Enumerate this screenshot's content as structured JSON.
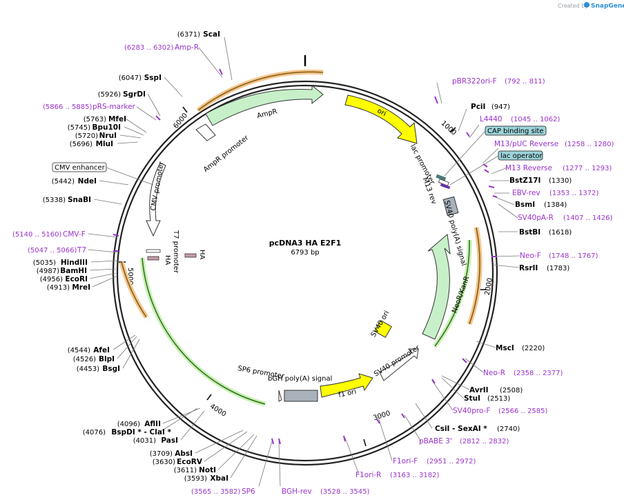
{
  "credit": {
    "created_by": "Created by",
    "brand": "SnapGene"
  },
  "plasmid": {
    "name": "pcDNA3 HA E2F1",
    "size": "6793 bp"
  },
  "ticks": [
    "1000",
    "2000",
    "3000",
    "4000",
    "5000",
    "6000"
  ],
  "features": {
    "ampr": "AmpR",
    "ampr_promoter": "AmpR promoter",
    "ori": "ori",
    "lac_promoter": "lac promoter",
    "m13_rev": "M13 rev",
    "sv40_polya": "SV40 poly(A) signal",
    "neor": "NeoR/KanR",
    "sv40_ori": "SV40 ori",
    "sv40_promoter": "SV40 promoter",
    "f1_ori": "f1 ori",
    "bgh_polya": "bGH poly(A) signal",
    "sp6_promoter": "SP6 promoter",
    "cmv_promoter": "CMV promoter",
    "t7_promoter": "T7 promoter",
    "ha1": "HA",
    "ha2": "HA",
    "cmv_enhancer": "CMV enhancer",
    "cap_binding_site": "CAP binding site",
    "lac_operator": "lac operator"
  },
  "sites_right": [
    {
      "name": "PciI",
      "pos": "(947)"
    },
    {
      "name": "BstZ17I",
      "pos": "(1330)"
    },
    {
      "name": "BsmI",
      "pos": "(1384)"
    },
    {
      "name": "BstBI",
      "pos": "(1618)"
    },
    {
      "name": "RsrII",
      "pos": "(1783)"
    },
    {
      "name": "MscI",
      "pos": "(2220)"
    },
    {
      "name": "AvrII",
      "pos": "(2508)"
    },
    {
      "name": "StuI",
      "pos": "(2513)"
    },
    {
      "name": "CsiI  - SexAI *",
      "pos": "(2740)"
    }
  ],
  "sites_left": [
    {
      "name": "ScaI",
      "pos": "(6371)"
    },
    {
      "name": "SspI",
      "pos": "(6047)"
    },
    {
      "name": "SgrDI",
      "pos": "(5926)"
    },
    {
      "name": "MfeI",
      "pos": "(5763)"
    },
    {
      "name": "Bpu10I",
      "pos": "(5745)"
    },
    {
      "name": "NruI",
      "pos": "(5720)"
    },
    {
      "name": "MluI",
      "pos": "(5696)"
    },
    {
      "name": "NdeI",
      "pos": "(5442)"
    },
    {
      "name": "SnaBI",
      "pos": "(5338)"
    },
    {
      "name": "HindIII",
      "pos": "(5035)"
    },
    {
      "name": "BamHI",
      "pos": "(4987)"
    },
    {
      "name": "EcoRI",
      "pos": "(4956)"
    },
    {
      "name": "MreI",
      "pos": "(4913)"
    },
    {
      "name": "AfeI",
      "pos": "(4544)"
    },
    {
      "name": "BlpI",
      "pos": "(4526)"
    },
    {
      "name": "BsgI",
      "pos": "(4453)"
    },
    {
      "name": "AflII",
      "pos": "(4096)"
    },
    {
      "name": "BspDI *  - ClaI *",
      "pos": "(4076)"
    },
    {
      "name": "PasI",
      "pos": "(4031)"
    },
    {
      "name": "AbsI",
      "pos": "(3709)"
    },
    {
      "name": "EcoRV",
      "pos": "(3630)"
    },
    {
      "name": "NotI",
      "pos": "(3611)"
    },
    {
      "name": "XbaI",
      "pos": "(3593)"
    }
  ],
  "primers": [
    {
      "name": "pBR322ori-F",
      "range": "(792 .. 811)"
    },
    {
      "name": "L4440",
      "range": "(1045 .. 1062)"
    },
    {
      "name": "M13/pUC Reverse",
      "range": "(1258 .. 1280)"
    },
    {
      "name": "M13 Reverse",
      "range": "(1277 .. 1293)"
    },
    {
      "name": "EBV-rev",
      "range": "(1353 .. 1372)"
    },
    {
      "name": "SV40pA-R",
      "range": "(1407 .. 1426)"
    },
    {
      "name": "Neo-F",
      "range": "(1748 .. 1767)"
    },
    {
      "name": "Neo-R",
      "range": "(2358 .. 2377)"
    },
    {
      "name": "SV40pro-F",
      "range": "(2566 .. 2585)"
    },
    {
      "name": "pBABE 3'",
      "range": "(2812 .. 2832)"
    },
    {
      "name": "F1ori-F",
      "range": "(2951 .. 2972)"
    },
    {
      "name": "F1ori-R",
      "range": "(3163 .. 3182)"
    },
    {
      "name": "BGH-rev",
      "range": "(3528 .. 3545)"
    },
    {
      "name": "SP6",
      "range": "(3565 .. 3582)"
    },
    {
      "name": "T7",
      "range": "(5047 .. 5066)"
    },
    {
      "name": "CMV-F",
      "range": "(5140 .. 5160)"
    },
    {
      "name": "pRS-marker",
      "range": "(5866 .. 5885)"
    },
    {
      "name": "Amp-R",
      "range": "(6283 .. 6302)"
    }
  ]
}
